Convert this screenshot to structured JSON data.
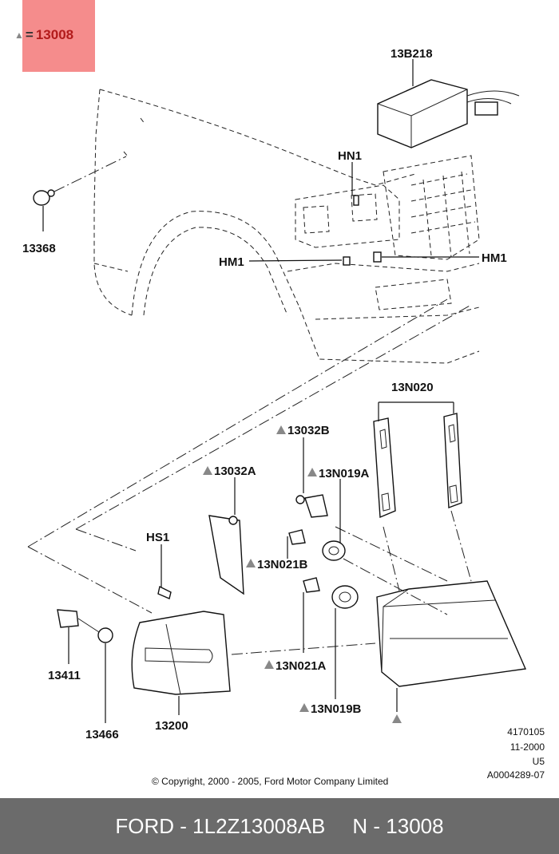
{
  "legend": {
    "symbol": "▲",
    "equals": "=",
    "code": "13008"
  },
  "labels": {
    "l13B218": "13B218",
    "lHN1": "HN1",
    "l13368": "13368",
    "lHM1a": "HM1",
    "lHM1b": "HM1",
    "l13N020": "13N020",
    "l13032B": "13032B",
    "l13N019A": "13N019A",
    "l13032A": "13032A",
    "lHS1": "HS1",
    "l13N021B": "13N021B",
    "l13411": "13411",
    "l13466": "13466",
    "l13200": "13200",
    "l13N021A": "13N021A",
    "l13N019B": "13N019B"
  },
  "meta": {
    "line1": "4170105",
    "line2": "11-2000",
    "line3": "U5",
    "line4": "A0004289-07"
  },
  "copyright": "© Copyright, 2000 - 2005, Ford Motor Company Limited",
  "footer": {
    "part": "FORD - 1L2Z13008AB",
    "ref": "N - 13008"
  }
}
